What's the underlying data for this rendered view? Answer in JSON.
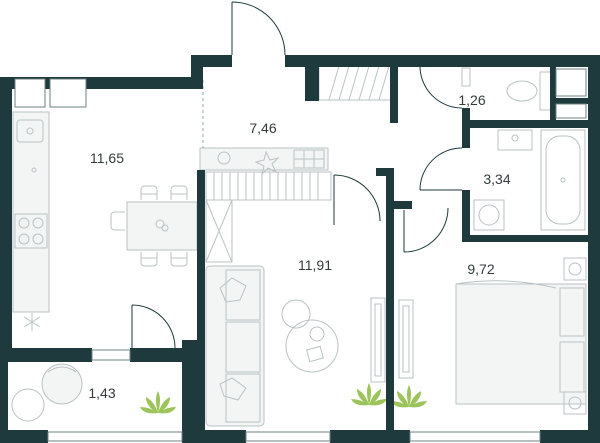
{
  "plan": {
    "rooms": [
      {
        "id": "kitchen",
        "area": "11,65"
      },
      {
        "id": "hall",
        "area": "7,46"
      },
      {
        "id": "living",
        "area": "11,91"
      },
      {
        "id": "bedroom",
        "area": "9,72"
      },
      {
        "id": "toilet",
        "area": "1,26"
      },
      {
        "id": "bathroom",
        "area": "3,34"
      },
      {
        "id": "balcony",
        "area": "1,43"
      }
    ]
  },
  "colors": {
    "wall": "#1f3a3d",
    "furniture_stroke": "#b9c2c3",
    "plant": "#9cc45a"
  }
}
